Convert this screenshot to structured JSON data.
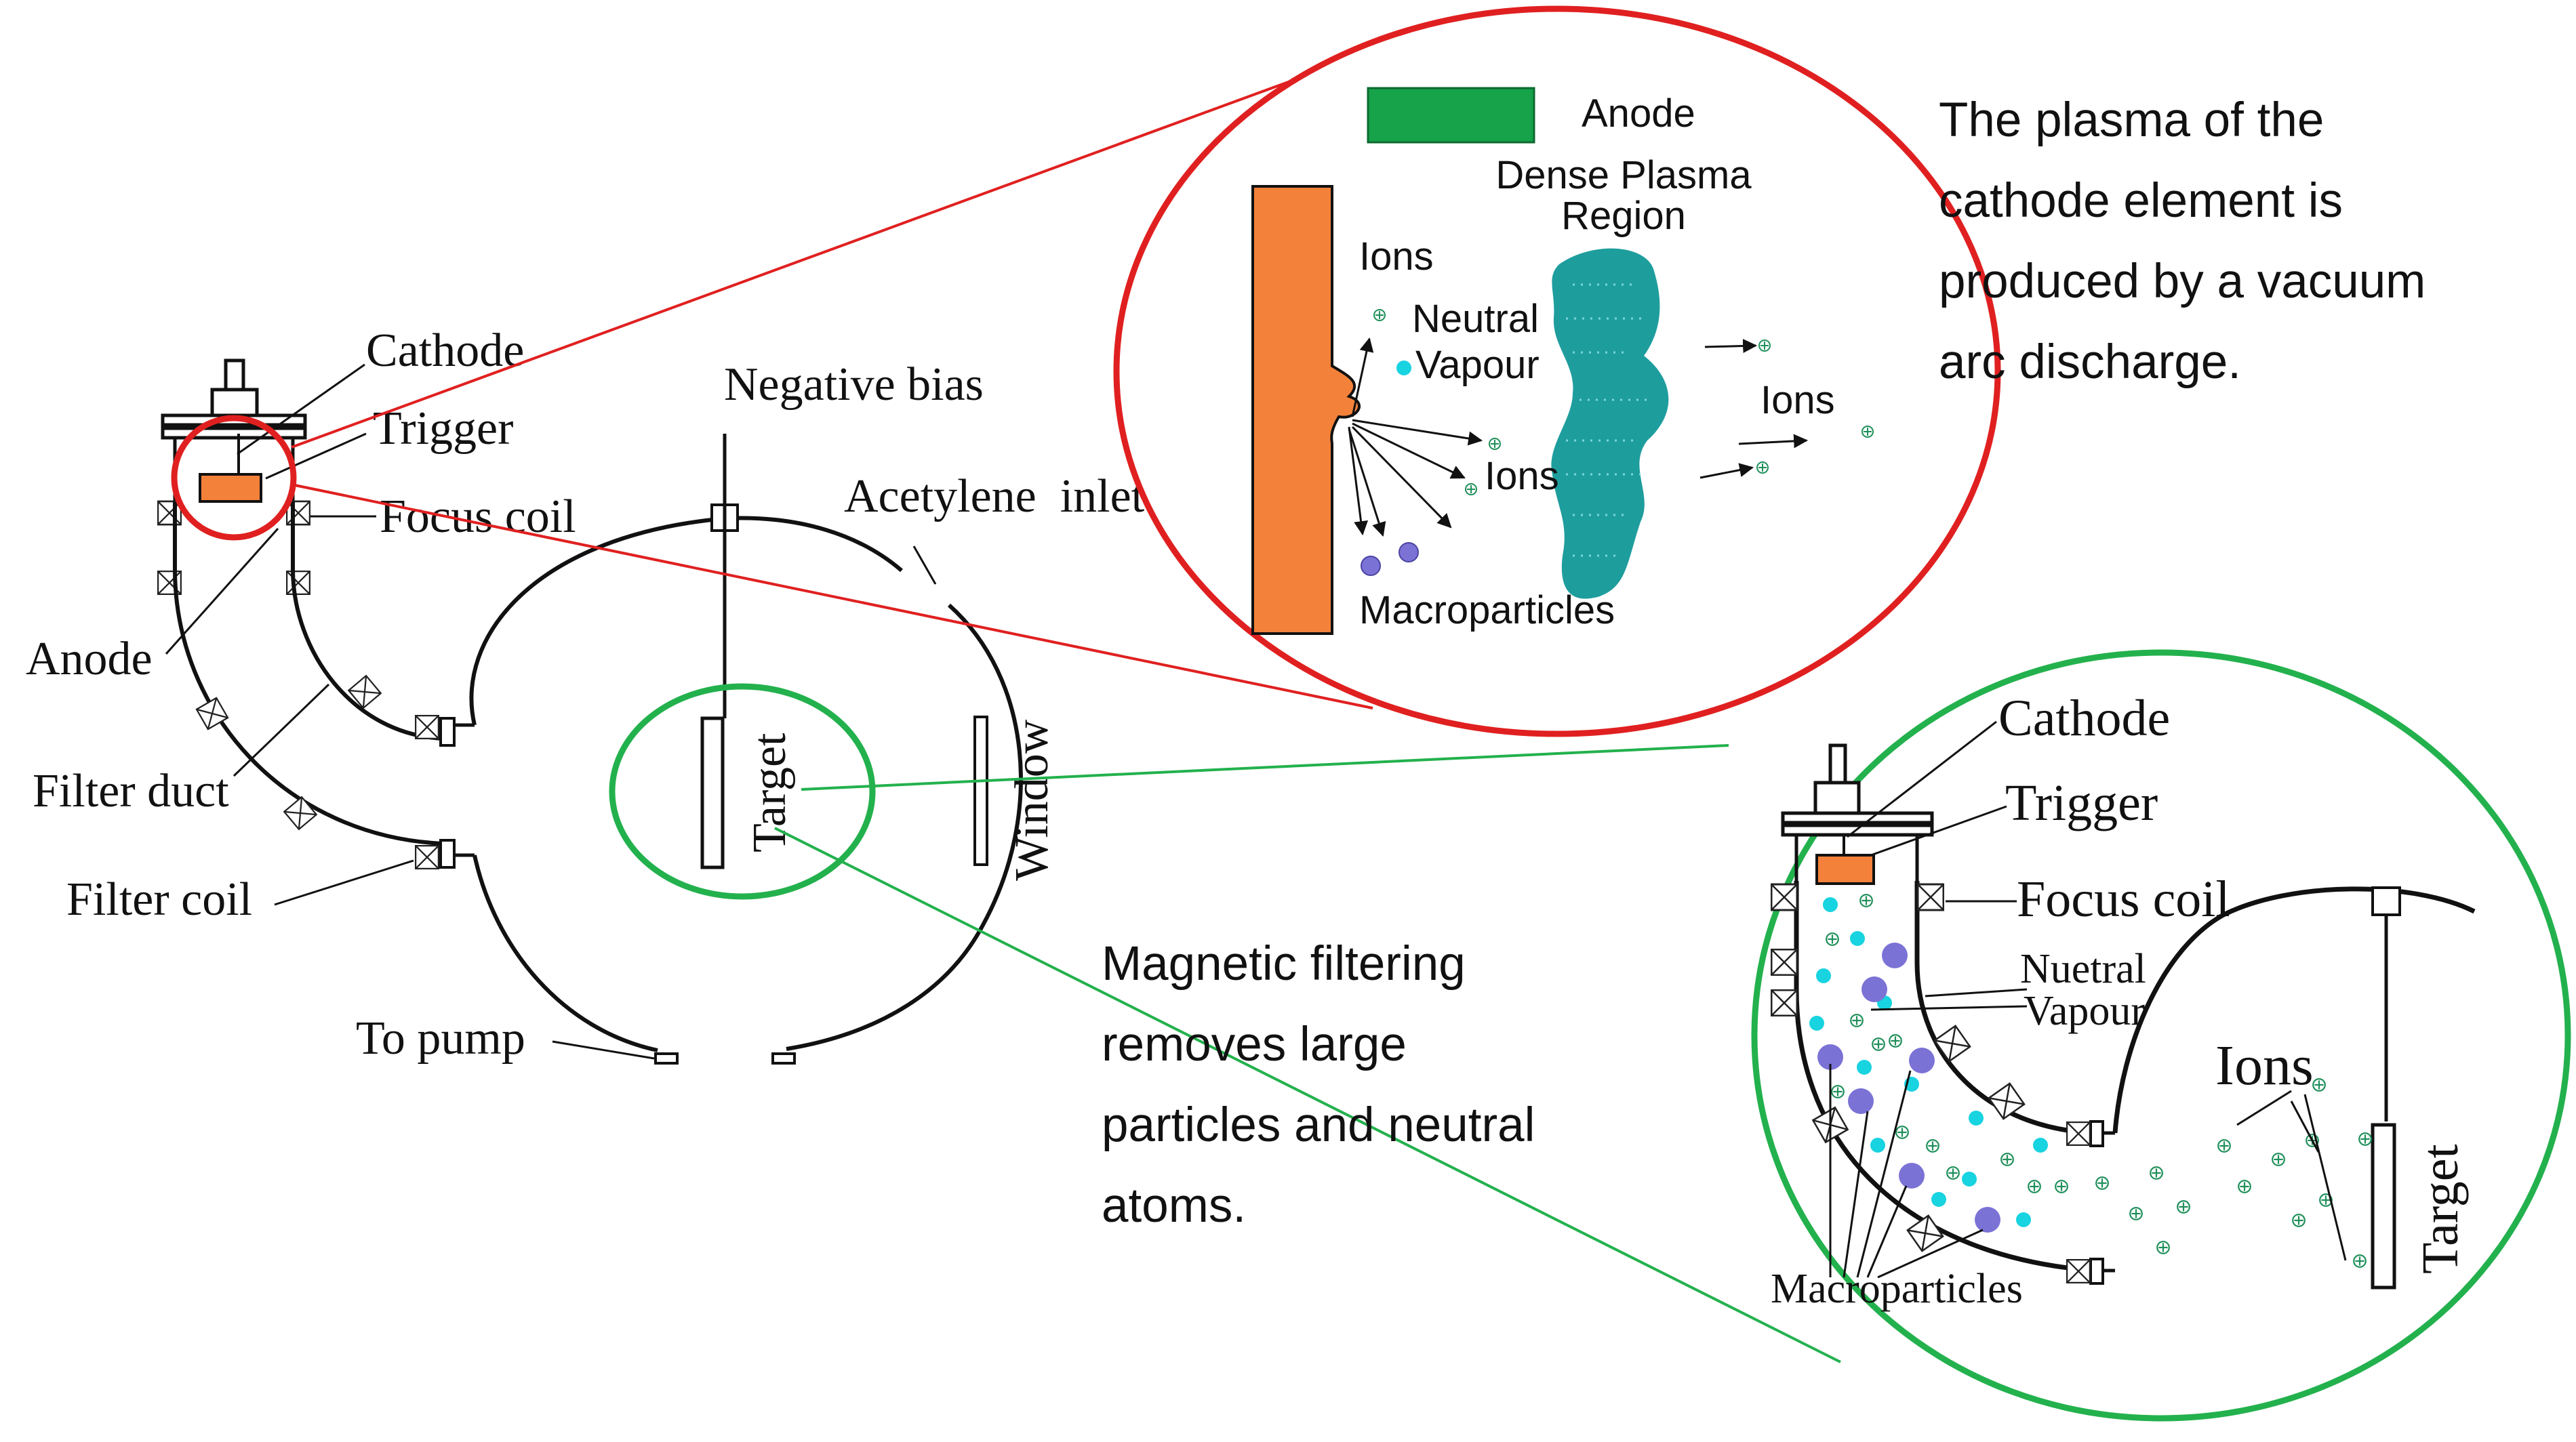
{
  "colors": {
    "cathode_orange": "#F4813A",
    "anode_green": "#16A34A",
    "callout_red": "#E02020",
    "callout_green": "#23B14D",
    "plasma_teal": "#1E9D9D",
    "neutral_cyan": "#18D3E0",
    "macroparticle_purple": "#7B72D6",
    "ion_green": "#1F8F5A"
  },
  "main_diagram": {
    "cathode": "Cathode",
    "trigger": "Trigger",
    "focus_coil": "Focus coil",
    "anode": "Anode",
    "filter_duct": "Filter duct",
    "filter_coil": "Filter coil",
    "to_pump": "To pump",
    "negative_bias": "Negative bias",
    "acetylene_inlet": "Acetylene  inlet",
    "target": "Target",
    "window": "Window"
  },
  "red_zoom": {
    "anode": "Anode",
    "dense_plasma_line1": "Dense Plasma",
    "dense_plasma_line2": "Region",
    "ions_top": "Ions",
    "neutral_line1": "Neutral",
    "neutral_line2": "Vapour",
    "ions_right": "Ions",
    "ions_mid": "Ions",
    "macroparticles": "Macroparticles"
  },
  "green_zoom": {
    "cathode": "Cathode",
    "trigger": "Trigger",
    "focus_coil": "Focus coil",
    "neutral_line1": "Nuetral",
    "neutral_line2": "Vapour",
    "ions": "Ions",
    "target": "Target",
    "macroparticles": "Macroparticles"
  },
  "descriptions": {
    "top": [
      "The plasma of the",
      "cathode element is",
      "produced by a vacuum",
      "arc discharge."
    ],
    "middle": [
      "Magnetic filtering",
      "removes large",
      "particles and neutral",
      "atoms."
    ]
  }
}
